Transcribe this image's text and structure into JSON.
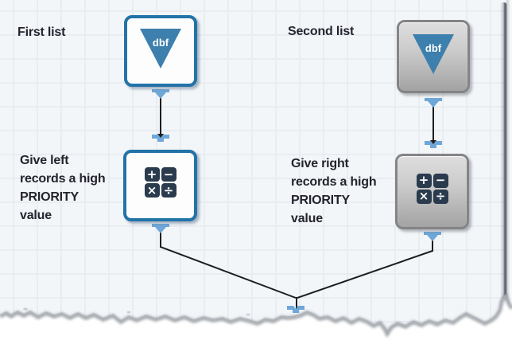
{
  "labels": {
    "first_list": "First list",
    "second_list": "Second list",
    "give_left": "Give left\nrecords a high\nPRIORITY\nvalue",
    "give_right": "Give right\nrecords a high\nPRIORITY\nvalue"
  },
  "nodes": {
    "first_dbf": {
      "icon_label": "dbf",
      "style": "blue"
    },
    "second_dbf": {
      "icon_label": "dbf",
      "style": "gray"
    },
    "left_formula": {
      "style": "blue",
      "operators": {
        "plus": "+",
        "minus": "−",
        "multiply": "×",
        "divide": "÷"
      }
    },
    "right_formula": {
      "style": "gray",
      "operators": {
        "plus": "+",
        "minus": "−",
        "multiply": "×",
        "divide": "÷"
      }
    }
  },
  "colors": {
    "canvas_bg": "#f3f6f9",
    "grid_line": "#e8edf2",
    "node_blue": "#2273a8",
    "node_fill": "#fdfdfe",
    "gray_border": "#848484",
    "gray_top": "#dedede",
    "gray_bottom": "#a3a3a3",
    "triangle_blue": "#3d7fad",
    "tile_dark": "#2b3b4e",
    "anchor_blue": "#6ea7d8",
    "wire": "#1d1d1f",
    "label_color": "#24242e"
  }
}
